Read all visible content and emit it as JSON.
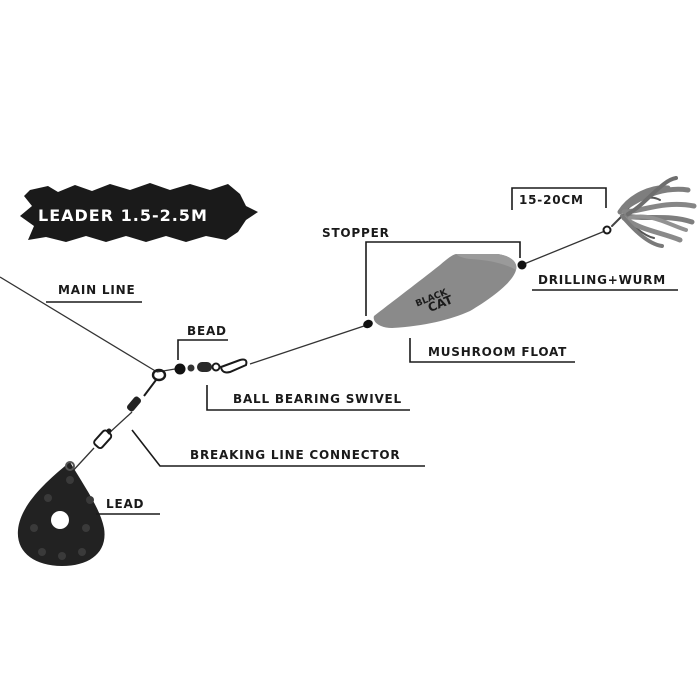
{
  "leader_label": "LEADER 1.5-2.5M",
  "labels": {
    "main_line": "MAIN LINE",
    "bead": "BEAD",
    "ball_bearing_swivel": "BALL BEARING SWIVEL",
    "breaking_line_connector": "BREAKING LINE CONNECTOR",
    "lead": "LEAD",
    "stopper": "STOPPER",
    "mushroom_float": "MUSHROOM FLOAT",
    "distance": "15-20CM",
    "drilling_wurm": "DRILLING+WURM"
  },
  "float_logo": {
    "line1": "BLACK",
    "line2": "CAT"
  },
  "colors": {
    "ink": "#1a1a1a",
    "float_gray": "#8a8a8a",
    "worm_gray": "#7e7e7e",
    "lead_black": "#222222"
  }
}
